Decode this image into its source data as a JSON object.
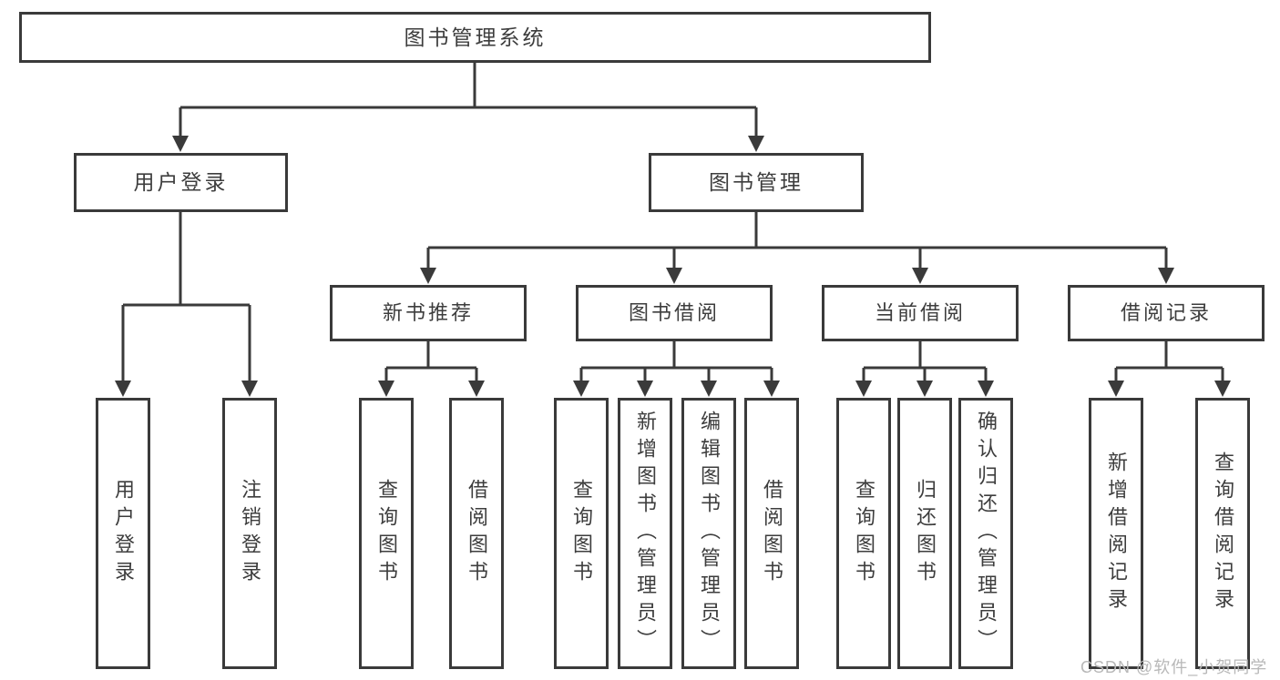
{
  "watermark": "CSDN @软件_小贺同学",
  "colors": {
    "line": "#3a3a3a",
    "text": "#3d3d3d",
    "watermark": "#b8b8b8",
    "background": "#ffffff"
  },
  "tree": {
    "root": {
      "label": "图书管理系统"
    },
    "branches": [
      {
        "label": "用户登录",
        "children": [
          {
            "label": "用户登录"
          },
          {
            "label": "注销登录"
          }
        ]
      },
      {
        "label": "图书管理",
        "children": [
          {
            "label": "新书推荐",
            "children": [
              {
                "label": "查询图书"
              },
              {
                "label": "借阅图书"
              }
            ]
          },
          {
            "label": "图书借阅",
            "children": [
              {
                "label": "查询图书"
              },
              {
                "label": "新增图书（管理员）"
              },
              {
                "label": "编辑图书（管理员）"
              },
              {
                "label": "借阅图书"
              }
            ]
          },
          {
            "label": "当前借阅",
            "children": [
              {
                "label": "查询图书"
              },
              {
                "label": "归还图书"
              },
              {
                "label": "确认归还（管理员）"
              }
            ]
          },
          {
            "label": "借阅记录",
            "children": [
              {
                "label": "新增借阅记录"
              },
              {
                "label": "查询借阅记录"
              }
            ]
          }
        ]
      }
    ]
  }
}
